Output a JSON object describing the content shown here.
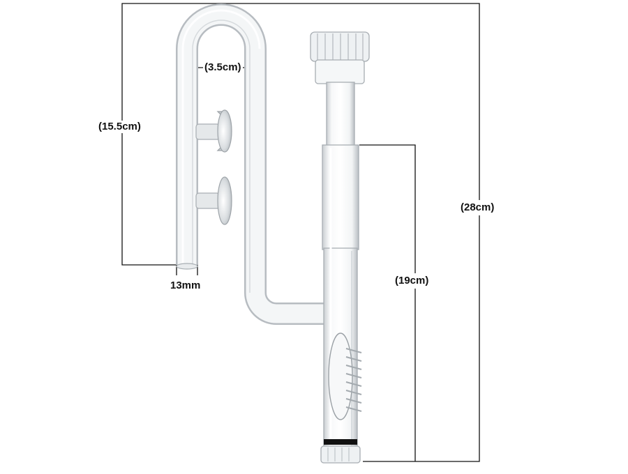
{
  "labels": {
    "left_height": "(15.5cm)",
    "loop_width": "(3.5cm)",
    "tube_diameter": "13mm",
    "total_height": "(28cm)",
    "skimmer_height": "(19cm)"
  },
  "colors": {
    "glass_edge": "#b8bcc0",
    "glass_highlight": "#ffffff",
    "glass_fill": "#eef1f3",
    "dimension_line": "#111111",
    "suction_cup": "#cfd4d8",
    "o_ring": "#111111"
  }
}
